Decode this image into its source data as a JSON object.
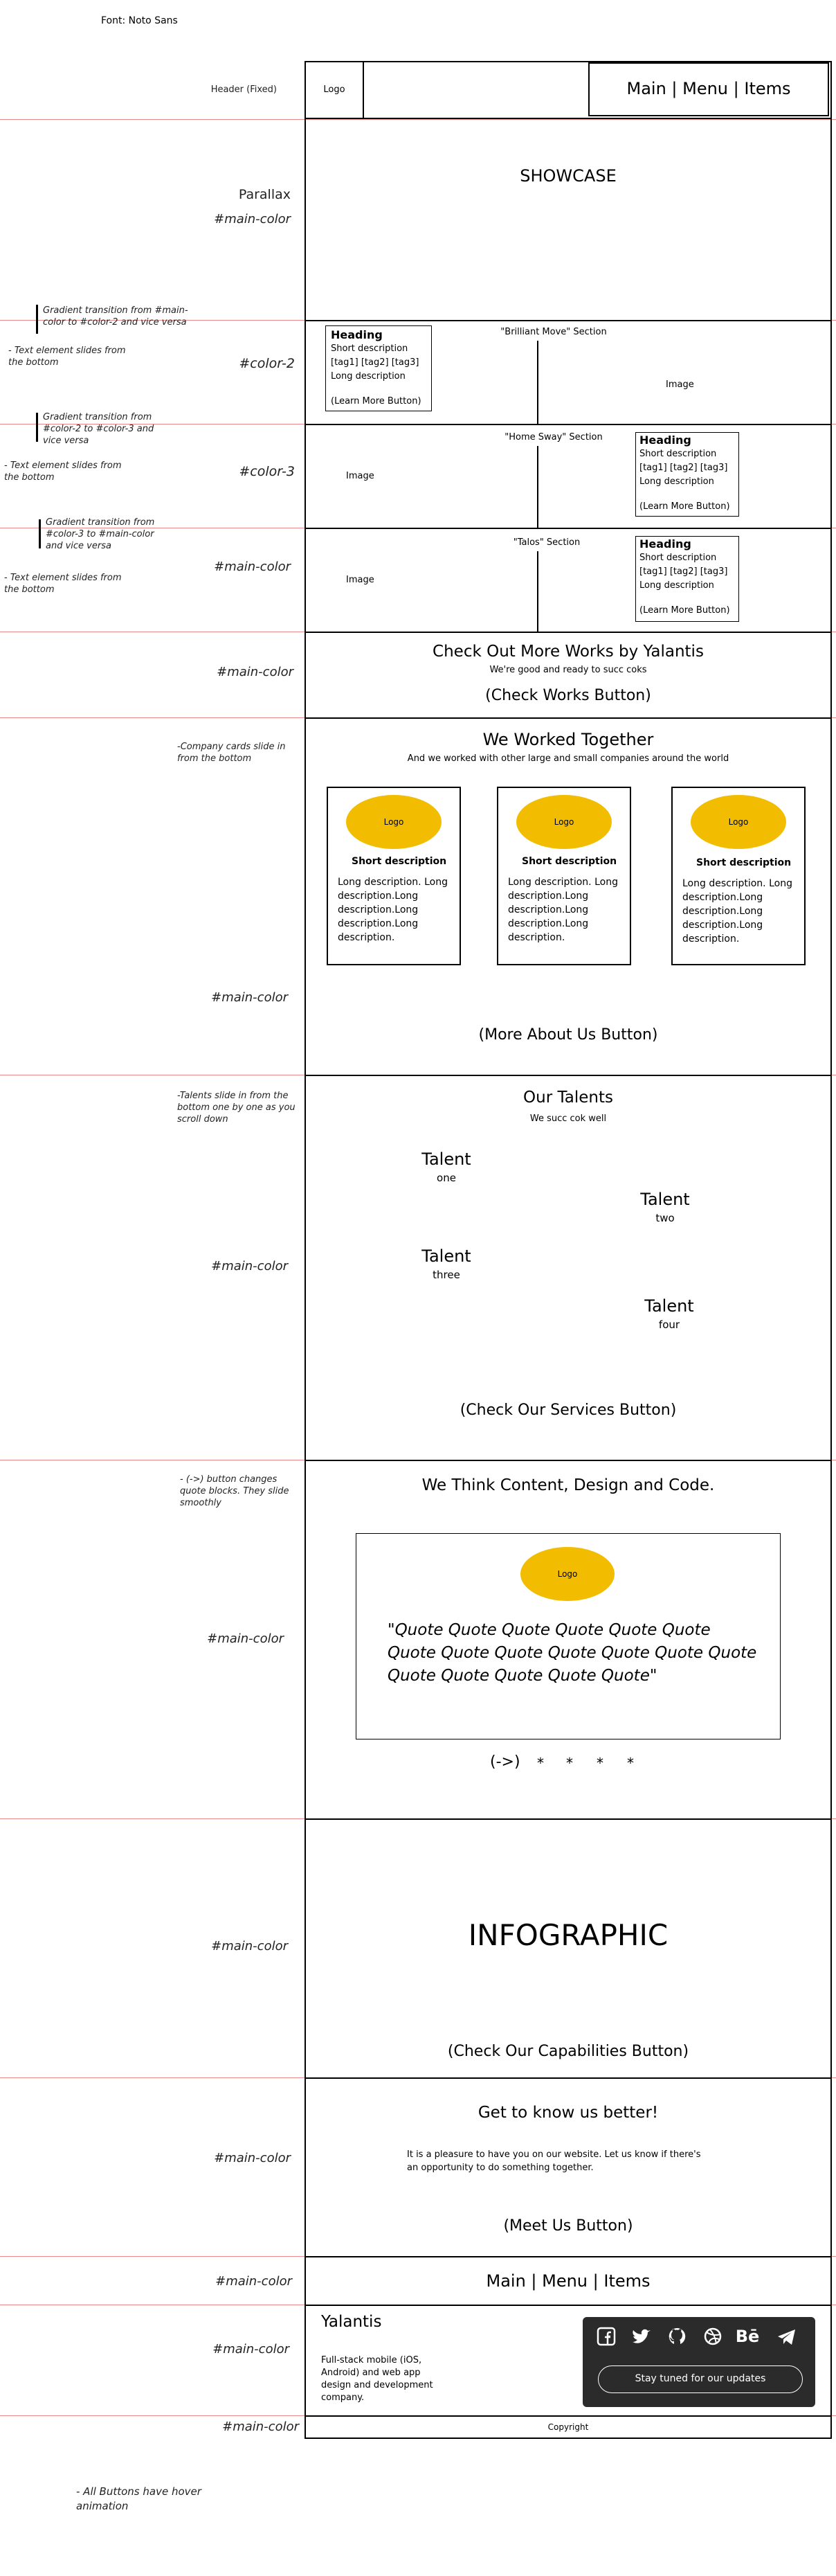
{
  "font_note": "Font: Noto Sans",
  "header": {
    "side_label": "Header (Fixed)",
    "logo": "Logo",
    "menu": "Main | Menu | Items"
  },
  "showcase": {
    "label_parallax": "Parallax",
    "label_color": "#main-color",
    "title": "SHOWCASE"
  },
  "notes": {
    "grad1": "Gradient transition from #main-color to #color-2  and vice versa",
    "slide1": "- Text element slides from the bottom",
    "grad2": "Gradient transition from #color-2 to #color-3 and vice versa",
    "slide2": "- Text element slides from the bottom",
    "grad3": "Gradient transition from #color-3 to #main-color and vice versa",
    "slide3": "- Text element slides from the bottom",
    "company": "-Company cards slide in from the bottom",
    "talents": "-Talents slide in from the bottom one by one as you scroll down",
    "quote": "- (->) button changes quote blocks. They slide smoothly",
    "hover": "- All Buttons have hover animation"
  },
  "brilliant": {
    "side_label": "#color-2",
    "section_title": "\"Brilliant Move\" Section",
    "heading": "Heading",
    "short": "Short description",
    "tags": "[tag1] [tag2] [tag3]",
    "long": "Long description",
    "btn": "(Learn More Button)",
    "image": "Image"
  },
  "homesway": {
    "side_label": "#color-3",
    "section_title": "\"Home Sway\" Section",
    "heading": "Heading",
    "short": "Short description",
    "tags": "[tag1] [tag2] [tag3]",
    "long": "Long description",
    "btn": "(Learn More Button)",
    "image": "Image"
  },
  "talos": {
    "side_label": "#main-color",
    "section_title": "\"Talos\"  Section",
    "heading": "Heading",
    "short": "Short description",
    "tags": "[tag1] [tag2] [tag3]",
    "long": "Long description",
    "btn": "(Learn More Button)",
    "image": "Image"
  },
  "works": {
    "side_label": "#main-color",
    "title": "Check Out More Works by Yalantis",
    "subtitle": "We're good and ready to succ coks",
    "btn": "(Check Works Button)"
  },
  "together": {
    "side_label": "#main-color",
    "title": "We Worked Together",
    "subtitle": "And we worked with other large and small companies around the world",
    "cards": [
      {
        "logo": "Logo",
        "short": "Short description",
        "long": "Long description. Long description.Long description.Long description.Long description."
      },
      {
        "logo": "Logo",
        "short": "Short description",
        "long": "Long description. Long description.Long description.Long description.Long description."
      },
      {
        "logo": "Logo",
        "short": "Short description",
        "long": "Long description. Long description.Long description.Long description.Long description."
      }
    ],
    "btn": "(More About Us Button)"
  },
  "talents": {
    "side_label": "#main-color",
    "title": "Our Talents",
    "subtitle": "We succ cok well",
    "items": [
      {
        "name": "Talent",
        "sub": "one"
      },
      {
        "name": "Talent",
        "sub": "two"
      },
      {
        "name": "Talent",
        "sub": "three"
      },
      {
        "name": "Talent",
        "sub": "four"
      }
    ],
    "btn": "(Check Our Services Button)"
  },
  "content": {
    "side_label": "#main-color",
    "title": "We Think Content, Design and Code.",
    "logo": "Logo",
    "quote": "\"Quote Quote Quote Quote Quote Quote Quote Quote Quote Quote Quote Quote Quote Quote Quote Quote Quote Quote\"",
    "arrow": "(->)",
    "dots": [
      "*",
      "*",
      "*",
      "*"
    ]
  },
  "infographic": {
    "side_label": "#main-color",
    "title": "INFOGRAPHIC",
    "btn": "(Check Our Capabilities Button)"
  },
  "know": {
    "side_label": "#main-color",
    "title": "Get to know us better!",
    "text": "It is a pleasure to have you on our website. Let us know if there's an opportunity to do something together.",
    "btn": "(Meet Us Button)"
  },
  "menu2": {
    "side_label": "#main-color",
    "menu": "Main | Menu | Items"
  },
  "footer": {
    "side_label": "#main-color",
    "brand": "Yalantis",
    "desc": "Full-stack mobile (iOS, Android) and web app design and development company.",
    "social_icons": [
      "facebook-icon",
      "twitter-icon",
      "github-icon",
      "dribbble-icon",
      "behance-icon",
      "telegram-icon"
    ],
    "behance_text": "Bē",
    "subscribe": "Stay tuned for our updates"
  },
  "copyright": {
    "side_label": "#main-color",
    "text": "Copyright"
  },
  "colors": {
    "logo_yellow": "#f2bd00",
    "redline": "#e88a8a",
    "footer_dark": "#2b2b2b"
  }
}
